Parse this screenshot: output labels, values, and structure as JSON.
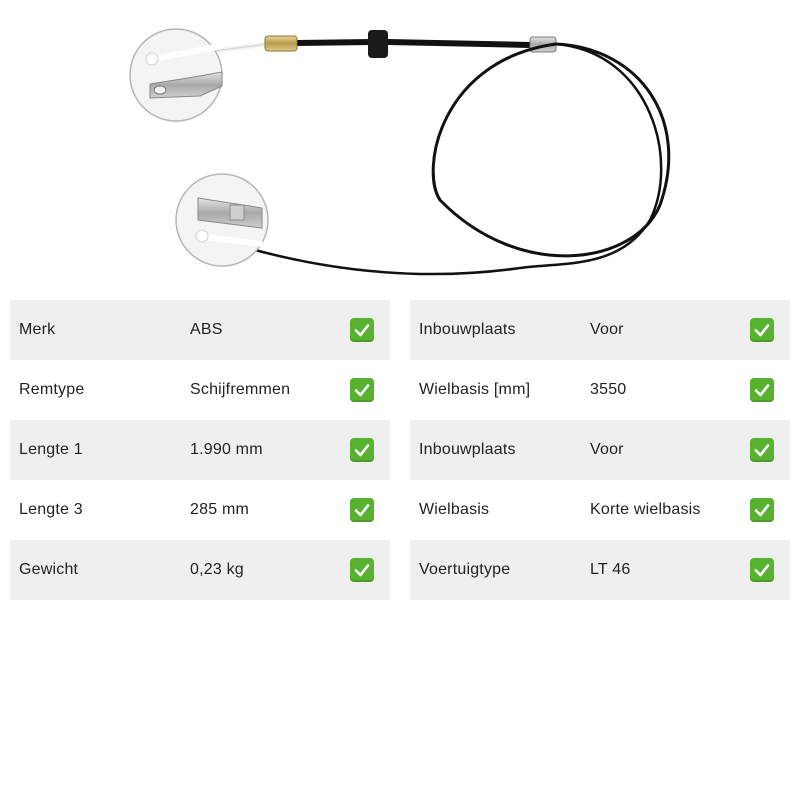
{
  "colors": {
    "row_shade": "#efefef",
    "check_green": "#58b12f",
    "cable_black": "#111111"
  },
  "specs_left": [
    {
      "label": "Merk",
      "value": "ABS",
      "icon": "check-icon"
    },
    {
      "label": "Remtype",
      "value": "Schijfremmen",
      "icon": "check-icon"
    },
    {
      "label": "Lengte 1",
      "value": "1.990 mm",
      "icon": "check-icon"
    },
    {
      "label": "Lengte 3",
      "value": "285 mm",
      "icon": "check-icon"
    },
    {
      "label": "Gewicht",
      "value": "0,23 kg",
      "icon": "check-icon"
    }
  ],
  "specs_right": [
    {
      "label": "Inbouwplaats",
      "value": "Voor",
      "icon": "check-icon"
    },
    {
      "label": "Wielbasis [mm]",
      "value": "3550",
      "icon": "check-icon"
    },
    {
      "label": "Inbouwplaats",
      "value": "Voor",
      "icon": "check-icon"
    },
    {
      "label": "Wielbasis",
      "value": "Korte wielbasis",
      "icon": "check-icon"
    },
    {
      "label": "Voertuigtype",
      "value": "LT 46",
      "icon": "check-icon"
    }
  ]
}
